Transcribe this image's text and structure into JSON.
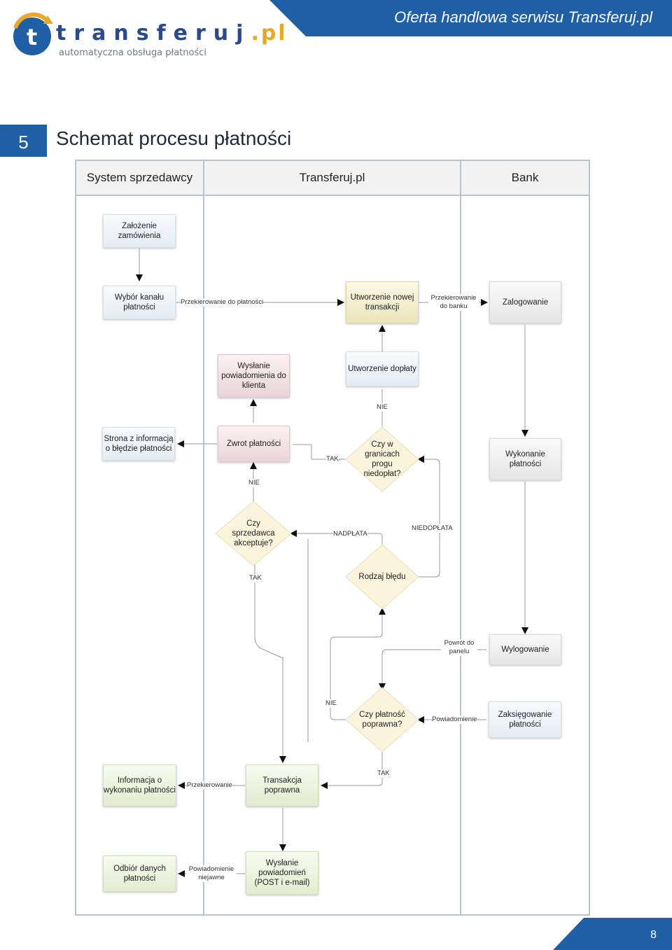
{
  "header": {
    "brand_text": "transferuj",
    "brand_tld": ".pl",
    "brand_logo_letter": "t",
    "tagline": "automatyczna obsługa płatności",
    "title": "Oferta handlowa serwisu Transferuj.pl",
    "accent_color": "#1f5fa6",
    "logo_orange": "#e8a82a"
  },
  "section": {
    "number": "5",
    "title": "Schemat procesu płatności"
  },
  "lanes": [
    "System sprzedawcy",
    "Transferuj.pl",
    "Bank"
  ],
  "nodes": {
    "zalozenie": "Założenie zamówienia",
    "wybor": "Wybór kanału płatności",
    "utworzenie_transakcji": "Utworzenie nowej transakcji",
    "zalogowanie": "Zalogowanie",
    "wyslanie_powiadomienia_klienta": "Wysłanie powiadomienia do klienta",
    "utworzenie_doplaty": "Utworzenie dopłaty",
    "strona_bledu": "Strona z informacją o błędzie płatności",
    "zwrot": "Zwrot płatności",
    "czy_w_granicach": "Czy w granicach progu niedopłat?",
    "wykonanie": "Wykonanie płatności",
    "czy_sprzedawca": "Czy sprzedawca akceptuje?",
    "rodzaj_bledu": "Rodzaj błędu",
    "wylogowanie": "Wylogowanie",
    "czy_poprawna": "Czy płatność poprawna?",
    "zaksiegowanie": "Zaksięgowanie płatności",
    "informacja": "Informacja o wykonaniu płatności",
    "transakcja_poprawna": "Transakcja poprawna",
    "odbior": "Odbiór danych płatności",
    "wyslanie_post": "Wysłanie powiadomień (POST i e-mail)"
  },
  "edge_labels": {
    "przekierowanie_platnosci": "Przekierowanie do płatności",
    "przekierowanie_banku": "Przekierowanie do banku",
    "nie_doplata": "NIE",
    "tak_granice": "TAK",
    "nie_sprzedawca": "NIE",
    "nadplata": "NADPŁATA",
    "niedoplata": "NIEDOPŁATA",
    "tak_sprzedawca": "TAK",
    "powrot": "Powrót do panelu",
    "nie_poprawna": "NIE",
    "powiadomienie": "Powiadomienie",
    "tak_poprawna": "TAK",
    "przekierowanie": "Przekierowanie",
    "powiadomienie_niejawne": "Powiadomienie niejawne"
  },
  "footer": {
    "page_number": "8"
  }
}
